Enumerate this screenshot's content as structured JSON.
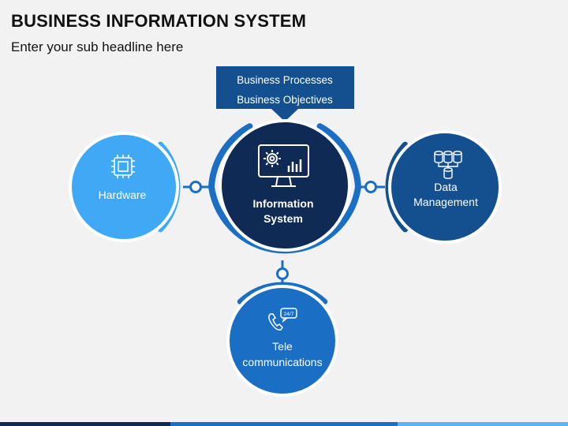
{
  "header": {
    "title": "BUSINESS INFORMATION SYSTEM",
    "subtitle": "Enter your sub headline here"
  },
  "banner": {
    "line1": "Business Processes",
    "line2": "Business Objectives"
  },
  "nodes": {
    "center": {
      "line1": "Information",
      "line2": "System",
      "icon": "monitor-gear-chart-icon"
    },
    "left": {
      "label": "Hardware",
      "icon": "chip-icon"
    },
    "right": {
      "line1": "Data",
      "line2": "Management",
      "icon": "database-icon"
    },
    "bottom": {
      "line1": "Tele",
      "line2": "communications",
      "icon": "phone-24-7-icon"
    }
  },
  "colors": {
    "background": "#f2f2f2",
    "center_fill": "#0f2a55",
    "center_ring": "#1a6fc4",
    "left_fill": "#3fa9f5",
    "left_ring": "#3fa9f5",
    "right_fill": "#14508f",
    "right_ring": "#14508f",
    "bottom_fill": "#1a6fc4",
    "bottom_ring": "#1a6fc4",
    "banner_fill": "#14508f"
  }
}
